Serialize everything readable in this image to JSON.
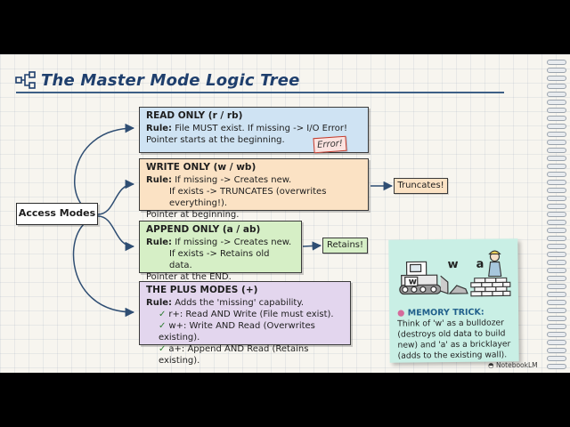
{
  "title": "The Master Mode Logic Tree",
  "root": "Access Modes",
  "modes": [
    {
      "header": "READ ONLY (r / rb)",
      "rule_label": "Rule:",
      "rule_line1": "File MUST exist. If missing -> I/O Error!",
      "line2": "Pointer starts at the beginning.",
      "tag": "Error!"
    },
    {
      "header": "WRITE ONLY (w / wb)",
      "rule_label": "Rule:",
      "rule_line1": "If missing -> Creates new.",
      "rule_line2": "If exists -> TRUNCATES (overwrites everything!).",
      "line3": "Pointer at beginning.",
      "tag": "Truncates!"
    },
    {
      "header": "APPEND ONLY (a / ab)",
      "rule_label": "Rule:",
      "rule_line1": "If missing -> Creates new.",
      "rule_line2": "If exists -> Retains old data.",
      "line3": "Pointer at the END.",
      "tag": "Retains!"
    },
    {
      "header": "THE PLUS MODES (+)",
      "rule_label": "Rule:",
      "rule_line1": "Adds the 'missing' capability.",
      "items": [
        "r+: Read AND Write (File must exist).",
        "w+: Write AND Read (Overwrites existing).",
        "a+: Append AND Read (Retains existing)."
      ]
    }
  ],
  "memory": {
    "label_w": "w",
    "label_a": "a",
    "title": "MEMORY TRICK:",
    "text": "Think of 'w' as a bulldozer (destroys old data to build new) and 'a' as a bricklayer (adds to the existing wall)."
  },
  "brand": "NotebookLM",
  "colors": {
    "read": "#cfe3f3",
    "write": "#fbe2c4",
    "append": "#d6efc6",
    "plus": "#e3d6ee",
    "sticky": "#c9efe5",
    "title": "#1f3f6d"
  }
}
